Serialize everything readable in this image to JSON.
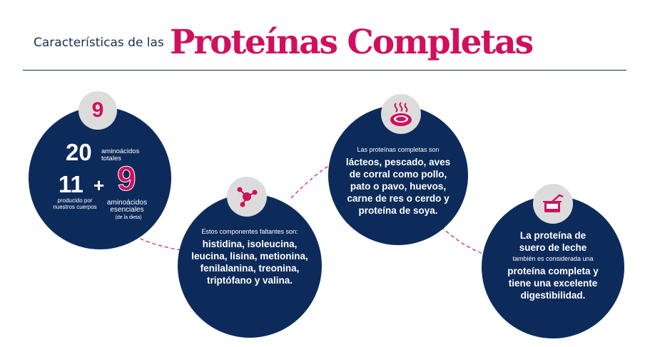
{
  "title": {
    "small": "Características de las",
    "big": "Proteínas Completas"
  },
  "circle1": {
    "badge": "9",
    "total_num": "20",
    "total_label": "aminoácidos totales",
    "body_num": "11",
    "body_label": "producido por nuestros cuerpos",
    "plus": "+",
    "ess_num": "9",
    "ess_label": "aminoácidos esenciales",
    "ess_note": "(de la dieta)"
  },
  "circle2": {
    "intro": "Estos componentes faltantes son:",
    "list": "histidina, isoleucina, leucina, lisina, metionina, fenilalanina, treonina, triptófano y valina."
  },
  "circle3": {
    "intro": "Las proteínas completas son",
    "list": "lácteos, pescado, aves de corral como pollo, pato o pavo, huevos, carne de res o cerdo y proteína de soya."
  },
  "circle4": {
    "heading": "La proteína de suero de leche",
    "intro": "también es considerada una",
    "body": "proteína completa y tiene una excelente digestibilidad."
  },
  "icons": {
    "badge1": "number-badge",
    "badge2": "molecule-icon",
    "badge3": "steak-icon",
    "badge4": "pot-icon"
  },
  "colors": {
    "navy": "#0d2b5a",
    "magenta": "#d0105c",
    "badge_gray": "#dcdcdc"
  }
}
